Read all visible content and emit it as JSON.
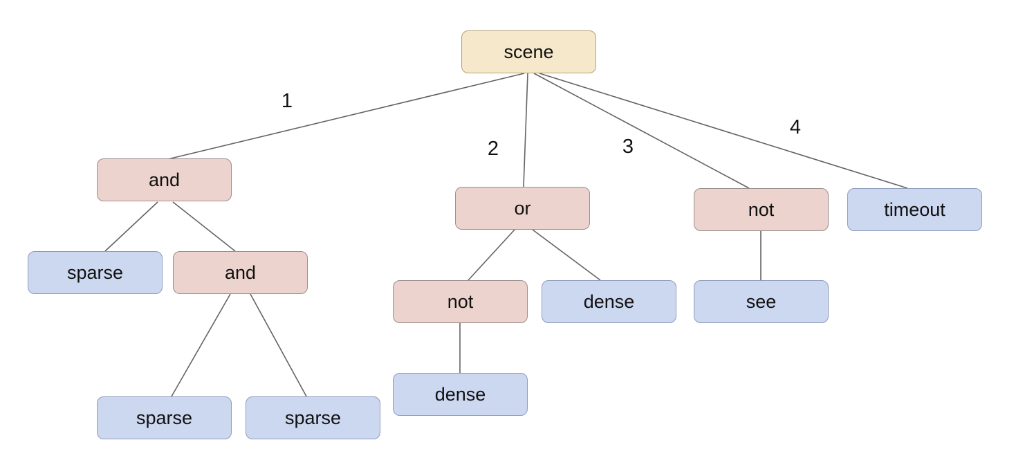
{
  "colors": {
    "root_fill": "#f6e8cb",
    "root_border": "#b3a077",
    "operator_fill": "#ecd3ce",
    "operator_border": "#9b8d8b",
    "leaf_fill": "#ccd7f0",
    "leaf_border": "#8f9bbd",
    "edge": "#636363",
    "text": "#111111",
    "background": "#ffffff"
  },
  "nodes": {
    "scene": {
      "label": "scene",
      "type": "root"
    },
    "and1": {
      "label": "and",
      "type": "operator"
    },
    "or1": {
      "label": "or",
      "type": "operator"
    },
    "not1": {
      "label": "not",
      "type": "operator"
    },
    "timeout": {
      "label": "timeout",
      "type": "leaf"
    },
    "sparse1": {
      "label": "sparse",
      "type": "leaf"
    },
    "and2": {
      "label": "and",
      "type": "operator"
    },
    "sparse2": {
      "label": "sparse",
      "type": "leaf"
    },
    "sparse3": {
      "label": "sparse",
      "type": "leaf"
    },
    "not2": {
      "label": "not",
      "type": "operator"
    },
    "dense1": {
      "label": "dense",
      "type": "leaf"
    },
    "dense2": {
      "label": "dense",
      "type": "leaf"
    },
    "see": {
      "label": "see",
      "type": "leaf"
    }
  },
  "edge_labels": {
    "e1": "1",
    "e2": "2",
    "e3": "3",
    "e4": "4"
  }
}
